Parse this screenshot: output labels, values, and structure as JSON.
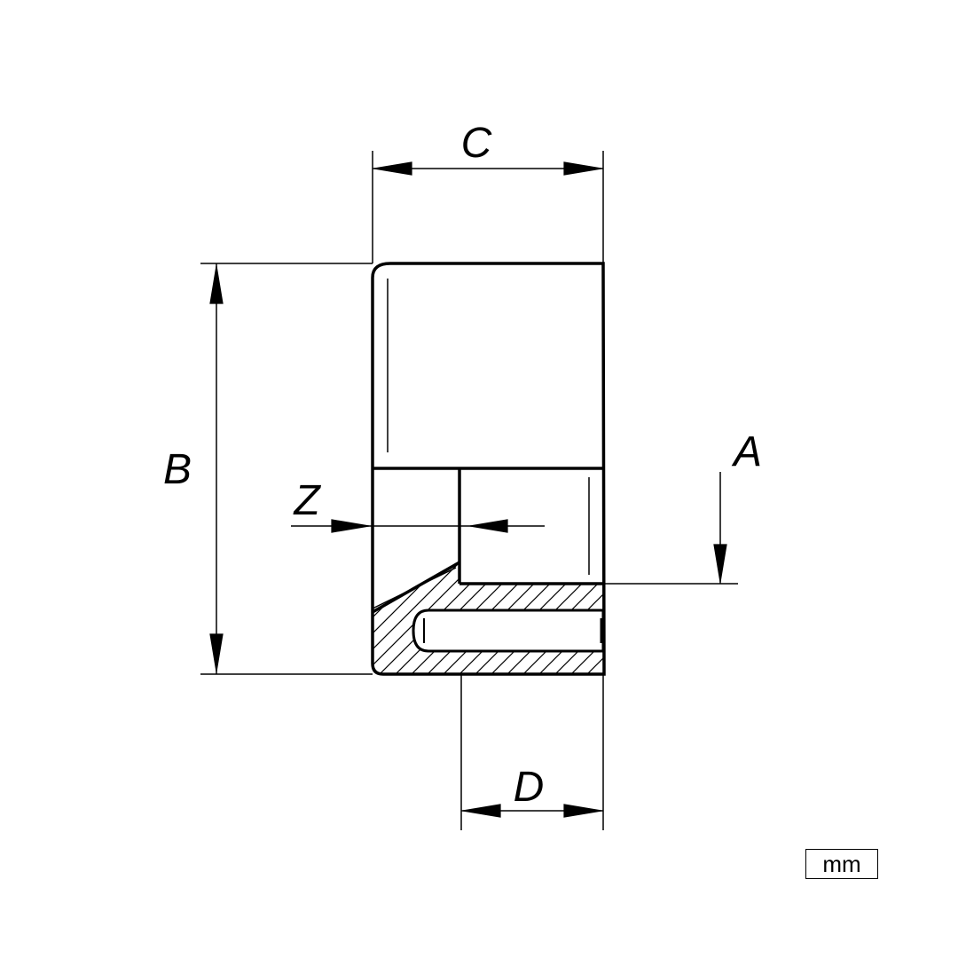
{
  "diagram": {
    "labels": {
      "a": "A",
      "b": "B",
      "c": "C",
      "d": "D",
      "z": "Z"
    },
    "unit": "mm"
  }
}
